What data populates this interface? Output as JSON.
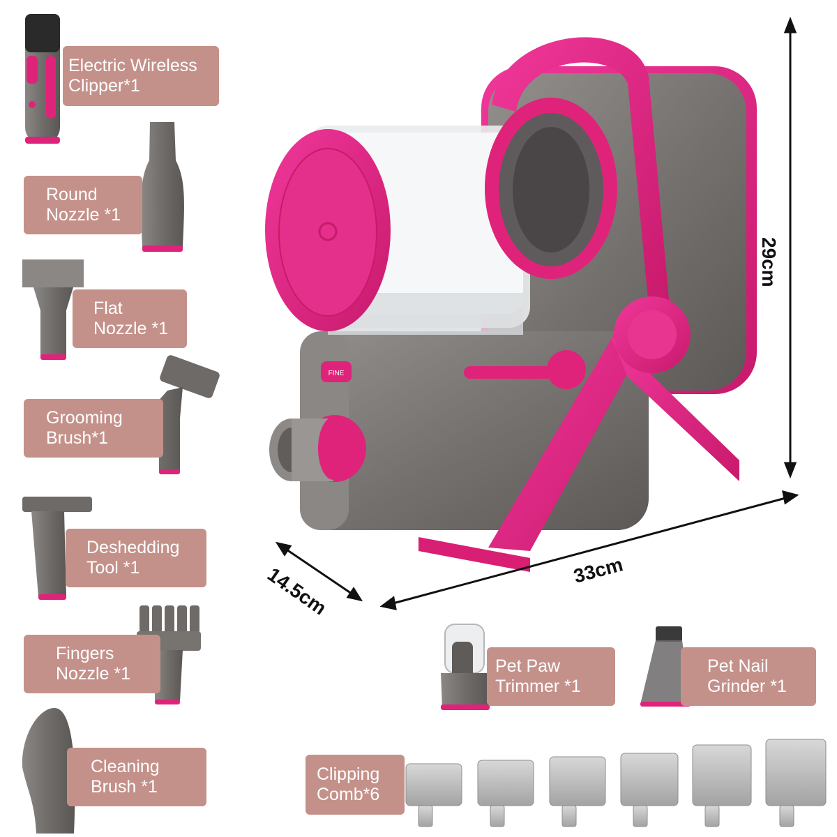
{
  "accessories": [
    {
      "line1": "Electric Wireless",
      "line2": "Clipper*1"
    },
    {
      "line1": "Round",
      "line2": "Nozzle *1"
    },
    {
      "line1": "Flat",
      "line2": "Nozzle *1"
    },
    {
      "line1": "Grooming",
      "line2": "Brush*1"
    },
    {
      "line1": "Deshedding",
      "line2": "Tool *1"
    },
    {
      "line1": "Fingers",
      "line2": "Nozzle  *1"
    },
    {
      "line1": "Cleaning",
      "line2": "Brush *1"
    },
    {
      "line1": "Pet Paw",
      "line2": "Trimmer *1"
    },
    {
      "line1": "Pet Nail",
      "line2": "Grinder *1"
    },
    {
      "line1": "Clipping",
      "line2": "Comb*6"
    }
  ],
  "dimensions": {
    "height": "29cm",
    "width": "33cm",
    "depth": "14.5cm"
  },
  "device_text": {
    "button": "FINE"
  },
  "colors": {
    "label_bg": "#c4918a",
    "accent": "#e0237a",
    "body_gray": "#7b7774"
  }
}
